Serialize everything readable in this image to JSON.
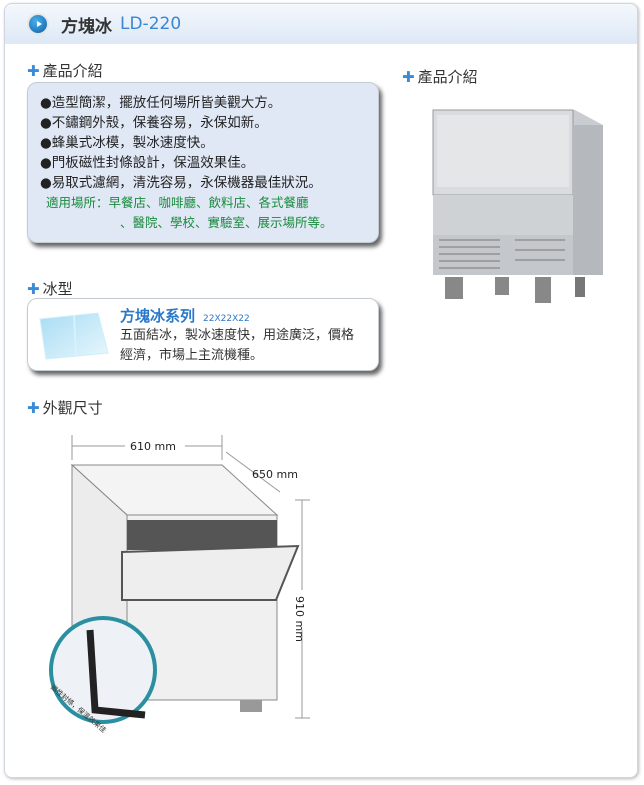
{
  "header": {
    "title": "方塊冰",
    "model": "LD-220"
  },
  "intro": {
    "heading": "產品介紹",
    "features": [
      "●造型簡潔，擺放任何場所皆美觀大方。",
      "●不鏽鋼外殼，保養容易，永保如新。",
      "●蜂巢式冰模，製冰速度快。",
      "●門板磁性封條設計，保溫效果佳。",
      "●易取式濾網，清洗容易，永保機器最佳狀況。"
    ],
    "usage_line1": "適用場所：早餐店、咖啡廳、飲料店、各式餐廳",
    "usage_line2": "、醫院、學校、實驗室、展示場所等。"
  },
  "product_image": {
    "heading": "產品介紹"
  },
  "ice_type": {
    "heading": "冰型",
    "name": "方塊冰系列",
    "size": "22X22X22",
    "description": "五面結冰，製冰速度快，用途廣泛，價格經濟，市場上主流機種。"
  },
  "dimensions": {
    "heading": "外觀尺寸",
    "width": "610 mm",
    "depth": "650 mm",
    "height": "910 mm",
    "seal_caption": "磁性封條，保溫效果佳"
  }
}
